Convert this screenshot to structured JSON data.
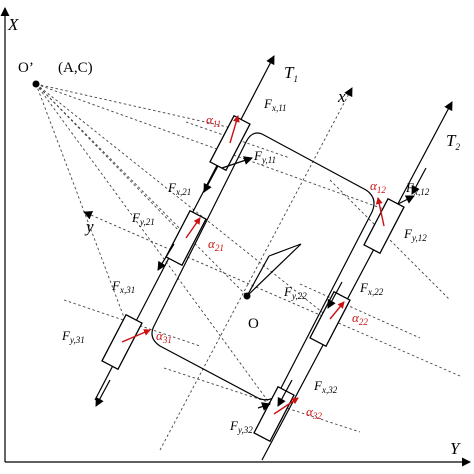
{
  "axes": {
    "global_x_label": "X",
    "global_y_label": "Y",
    "body_x_label": "x",
    "body_y_label": "y"
  },
  "points": {
    "icr_label": "O’",
    "icr_coords": "(A,C)",
    "origin_label": "O"
  },
  "tracks": {
    "left_label": "T",
    "left_sub": "1",
    "right_label": "T",
    "right_sub": "2"
  },
  "wheels": [
    {
      "id": "11",
      "fx": "F",
      "fx_sub": "x,11",
      "fy": "F",
      "fy_sub": "y,11",
      "alpha": "α",
      "alpha_sub": "11"
    },
    {
      "id": "21",
      "fx": "F",
      "fx_sub": "x,21",
      "fy": "F",
      "fy_sub": "y,21",
      "alpha": "α",
      "alpha_sub": "21"
    },
    {
      "id": "31",
      "fx": "F",
      "fx_sub": "x,31",
      "fy": "F",
      "fy_sub": "y,31",
      "alpha": "α",
      "alpha_sub": "31"
    },
    {
      "id": "12",
      "fx": "F",
      "fx_sub": "x,12",
      "fy": "F",
      "fy_sub": "y,12",
      "alpha": "α",
      "alpha_sub": "12"
    },
    {
      "id": "22",
      "fx": "F",
      "fx_sub": "x,22",
      "fy": "F",
      "fy_sub": "y,22",
      "alpha": "α",
      "alpha_sub": "22"
    },
    {
      "id": "32",
      "fx": "F",
      "fx_sub": "x,32",
      "fy": "F",
      "fy_sub": "y,32",
      "alpha": "α",
      "alpha_sub": "32"
    }
  ],
  "colors": {
    "lines": "#000000",
    "angle_marks": "#cc1111"
  }
}
